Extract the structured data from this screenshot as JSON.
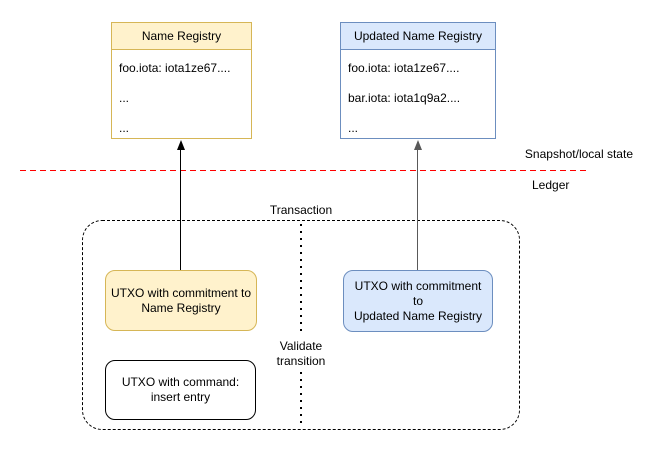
{
  "colors": {
    "yellow_fill": "#FFF2CC",
    "yellow_border": "#D6B656",
    "blue_fill": "#DAE8FC",
    "blue_border": "#6C8EBF",
    "divider_red": "#FF0000",
    "grey_arrow": "#595959"
  },
  "labels": {
    "snapshot": "Snapshot/local state",
    "ledger": "Ledger"
  },
  "name_registry": {
    "title": "Name Registry",
    "entries": [
      "foo.iota: iota1ze67....",
      "...",
      "..."
    ]
  },
  "updated_name_registry": {
    "title": "Updated Name Registry",
    "entries": [
      "foo.iota: iota1ze67....",
      "bar.iota: iota1q9a2....",
      "..."
    ]
  },
  "transaction": {
    "label": "Transaction",
    "validate": {
      "line1": "Validate",
      "line2": "transition"
    },
    "utxo_name": {
      "line1": "UTXO with commitment to",
      "line2": "Name Registry"
    },
    "utxo_updated": {
      "line1": "UTXO with commitment to",
      "line2": "Updated Name Registry"
    },
    "utxo_command": {
      "line1": "UTXO with command:",
      "line2": "insert entry"
    }
  }
}
